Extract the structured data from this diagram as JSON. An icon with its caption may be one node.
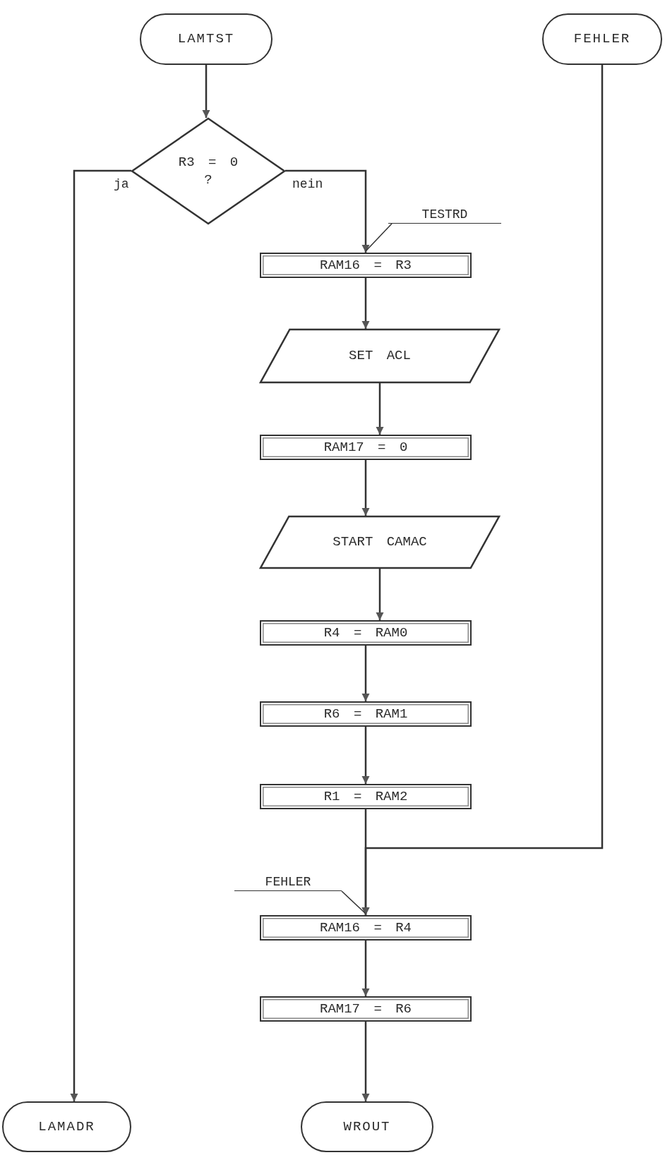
{
  "diagram": {
    "nodes": [
      {
        "text": [
          "LAMTST"
        ]
      },
      {
        "text": [
          "FEHLER"
        ]
      },
      {
        "text": [
          "R3 = 0",
          "?"
        ]
      },
      {
        "text": [
          "TESTRD"
        ]
      },
      {
        "text": [
          "RAM16 = R3"
        ]
      },
      {
        "text": [
          "SET ACL"
        ]
      },
      {
        "text": [
          "RAM17 = 0"
        ]
      },
      {
        "text": [
          "START CAMAC"
        ]
      },
      {
        "text": [
          "R4 = RAM0"
        ]
      },
      {
        "text": [
          "R6 = RAM1"
        ]
      },
      {
        "text": [
          "R1 = RAM2"
        ]
      },
      {
        "text": [
          "FEHLER"
        ]
      },
      {
        "text": [
          "RAM16 = R4"
        ]
      },
      {
        "text": [
          "RAM17 = R6"
        ]
      },
      {
        "text": [
          "LAMADR"
        ]
      },
      {
        "text": [
          "WROUT"
        ]
      }
    ],
    "edges": [
      {
        "from": 0,
        "to": 2,
        "arrow": "to"
      },
      {
        "from": 2,
        "to": 14,
        "arrow": "to",
        "label": "ja"
      },
      {
        "from": 2,
        "to": 4,
        "arrow": "to",
        "label": "nein"
      },
      {
        "from": 4,
        "to": 5,
        "arrow": "to"
      },
      {
        "from": 5,
        "to": 6,
        "arrow": "to"
      },
      {
        "from": 6,
        "to": 7,
        "arrow": "to"
      },
      {
        "from": 7,
        "to": 8,
        "arrow": "to"
      },
      {
        "from": 8,
        "to": 9,
        "arrow": "to"
      },
      {
        "from": 9,
        "to": 10,
        "arrow": "to"
      },
      {
        "from": 10,
        "to": 12,
        "arrow": "to"
      },
      {
        "from": 1,
        "to": 12,
        "arrow": "to"
      },
      {
        "from": 12,
        "to": 13,
        "arrow": "to"
      },
      {
        "from": 13,
        "to": 15,
        "arrow": "to"
      },
      {
        "from": 3,
        "to": 4,
        "arrow": "none"
      },
      {
        "from": 11,
        "to": 12,
        "arrow": "none"
      }
    ]
  }
}
